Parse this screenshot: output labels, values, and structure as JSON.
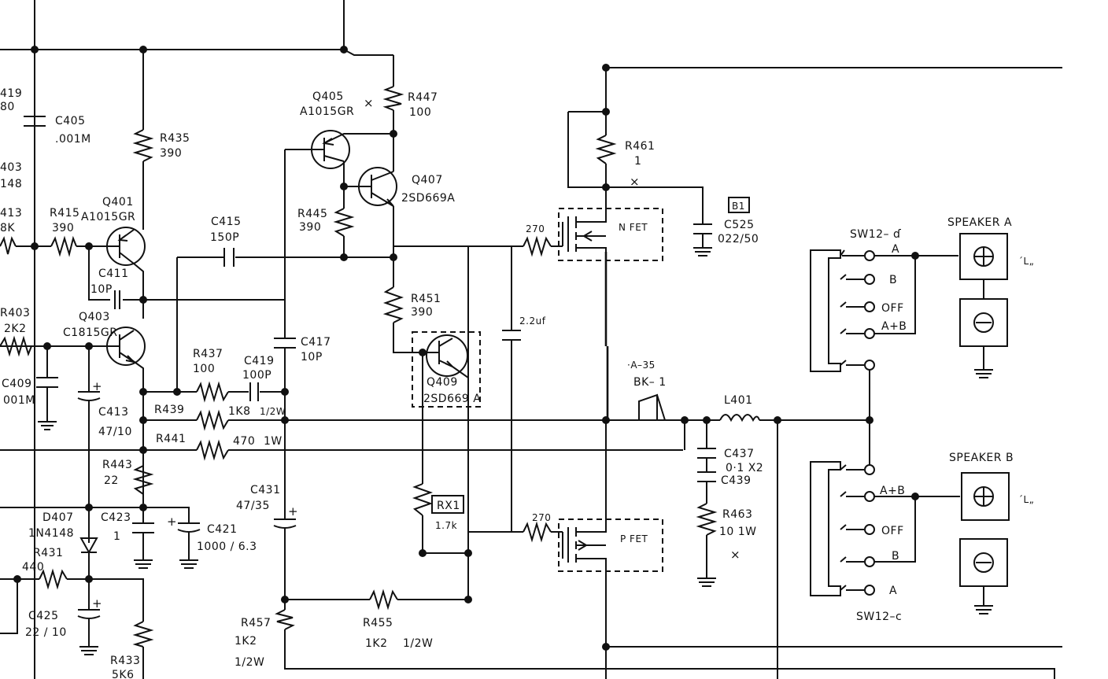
{
  "colors": {
    "ink": "#111111",
    "paper": "#ffffff"
  },
  "labels": {
    "r419": "419",
    "r419v": "80",
    "c405": "C405",
    "c405v": ".001M",
    "d403": "403",
    "d403v": "148",
    "r413": "413",
    "r413v": "8K",
    "r415": "R415",
    "r415v": "390",
    "q401": "Q401",
    "q401t": "A1015GR",
    "r435": "R435",
    "r435v": "390",
    "c411": "C411",
    "c411v": "10P",
    "r403": "R403",
    "r403v": "2K2",
    "q403": "Q403",
    "q403t": "C1815GR",
    "c409": "C409",
    "c409v": "001M",
    "c413": "C413",
    "c413v": "47/10",
    "r443": "R443",
    "r443v": "22",
    "c423": "C423",
    "c423v": "1",
    "c421": "C421",
    "c421v": "1000 / 6.3",
    "d407": "D407",
    "d407t": "1N4148",
    "r431": "R431",
    "r431v": "440",
    "c425": "C425",
    "c425v": "22 / 10",
    "r433": "R433",
    "r433v": "5K6",
    "c415": "C415",
    "c415v": "150P",
    "r437": "R437",
    "r437v": "100",
    "c419": "C419",
    "c419v": "100P",
    "c417": "C417",
    "c417v": "10P",
    "r439": "R439",
    "r439v": "1K8",
    "r439w": "1/2W",
    "r441": "R441",
    "r441v": "470",
    "r441w": "1W",
    "c431": "C431",
    "c431v": "47/35",
    "r457": "R457",
    "r457v": "1K2",
    "r457w": "1/2W",
    "r455": "R455",
    "r455v": "1K2",
    "r455w": "1/2W",
    "q405": "Q405",
    "q405t": "A1015GR",
    "r447": "R447",
    "r447v": "100",
    "q407": "Q407",
    "q407t": "2SD669A",
    "r445": "R445",
    "r445v": "390",
    "r451": "R451",
    "r451v": "390",
    "q409": "Q409",
    "q409t": "2SD669 A",
    "rx1": "RX1",
    "rx1v": "1.7k",
    "cap22": "2.2uf",
    "r270a": "270",
    "r270b": "270",
    "nfet": "N FET",
    "pfet": "P FET",
    "r461": "R461",
    "r461v": "1",
    "b1": "B1",
    "c525": "C525",
    "c525v": "022/50",
    "fuse": "·A–35",
    "fuseb": "BK– 1",
    "l401": "L401",
    "c437": "C437",
    "c437v": "0·1 X2",
    "c439": "C439",
    "r463": "R463",
    "r463v": "10   1W",
    "sw12a": "SW12– ɗ",
    "sw12c": "SW12–c",
    "spkA": "SPEAKER   A",
    "spkB": "SPEAKER   B",
    "ta": "A",
    "tb": "B",
    "toff": "OFF",
    "tab": "A+B",
    "ba": "A+B",
    "boff": "OFF",
    "bb": "B",
    "bA": "A",
    "lA": "´L„",
    "lB": "´L„",
    "xmark": "×"
  }
}
